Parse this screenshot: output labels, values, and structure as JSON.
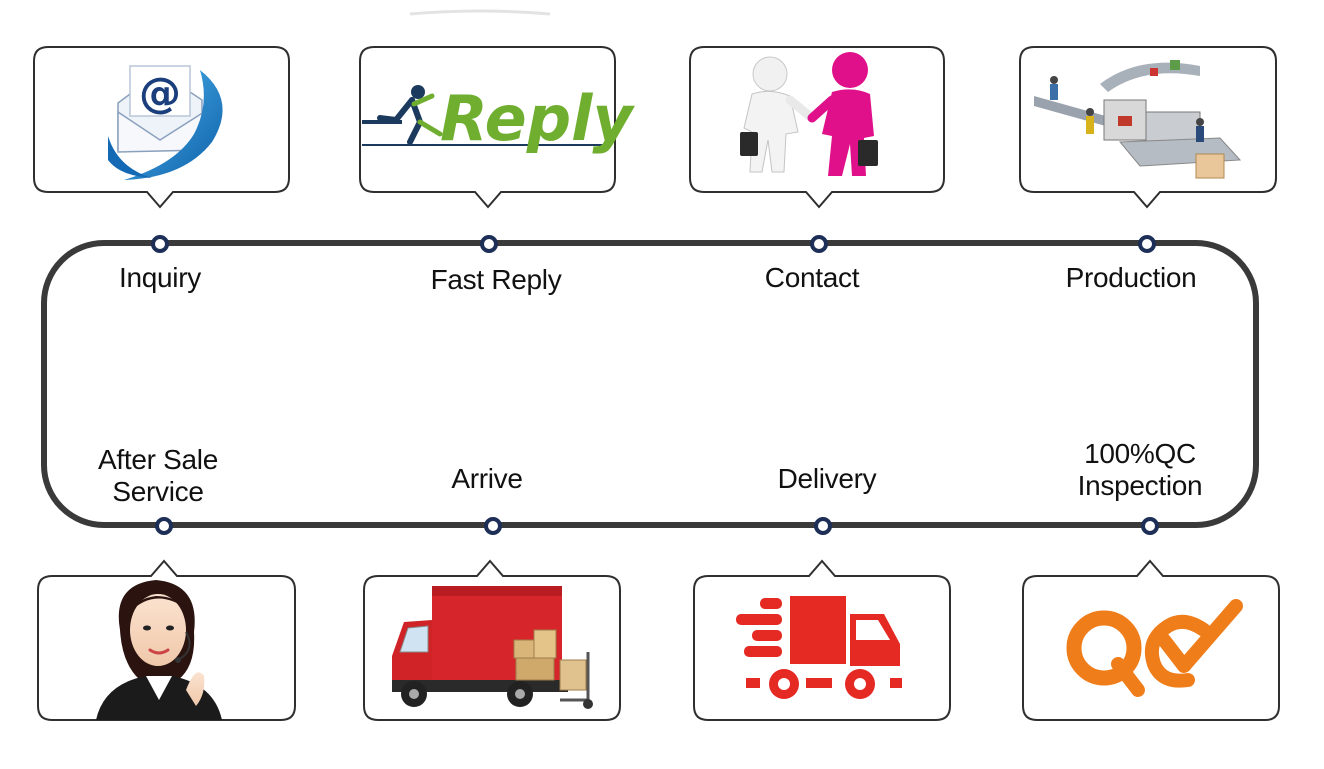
{
  "colors": {
    "track": "#3a3a3a",
    "node": "#1d2f57",
    "callout_border": "#2f2f2f",
    "reply_green": "#6fae2e",
    "reply_navy": "#1c3a5e",
    "red": "#d92020",
    "orange": "#ef7d1a",
    "magenta": "#e0108a"
  },
  "steps": {
    "inquiry": {
      "label": "Inquiry",
      "icon": "email-envelope-icon"
    },
    "fast_reply": {
      "label": "Fast Reply",
      "icon": "reply-runner-logo",
      "logo_text": "Reply"
    },
    "contact": {
      "label": "Contact",
      "icon": "handshake-icon"
    },
    "production": {
      "label": "Production",
      "icon": "factory-line-icon"
    },
    "qc": {
      "label_line1": "100%QC",
      "label_line2": "Inspection",
      "icon": "qc-check-logo"
    },
    "delivery": {
      "label": "Delivery",
      "icon": "fast-truck-icon"
    },
    "arrive": {
      "label": "Arrive",
      "icon": "delivery-truck-icon"
    },
    "after_sale": {
      "label_line1": "After Sale",
      "label_line2": "Service",
      "icon": "support-agent-icon"
    }
  }
}
